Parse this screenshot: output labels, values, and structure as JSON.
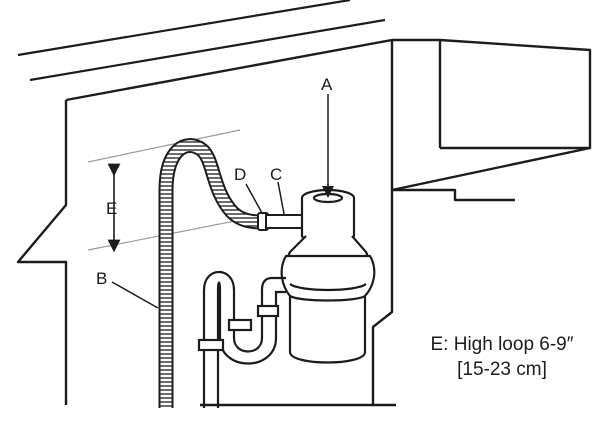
{
  "labels": {
    "a": "A",
    "b": "B",
    "c": "C",
    "d": "D",
    "e": "E"
  },
  "caption": {
    "line1": "E: High loop 6-9″",
    "line2": "[15-23 cm]"
  },
  "colors": {
    "stroke": "#1c1c1c",
    "fill": "#ffffff"
  }
}
